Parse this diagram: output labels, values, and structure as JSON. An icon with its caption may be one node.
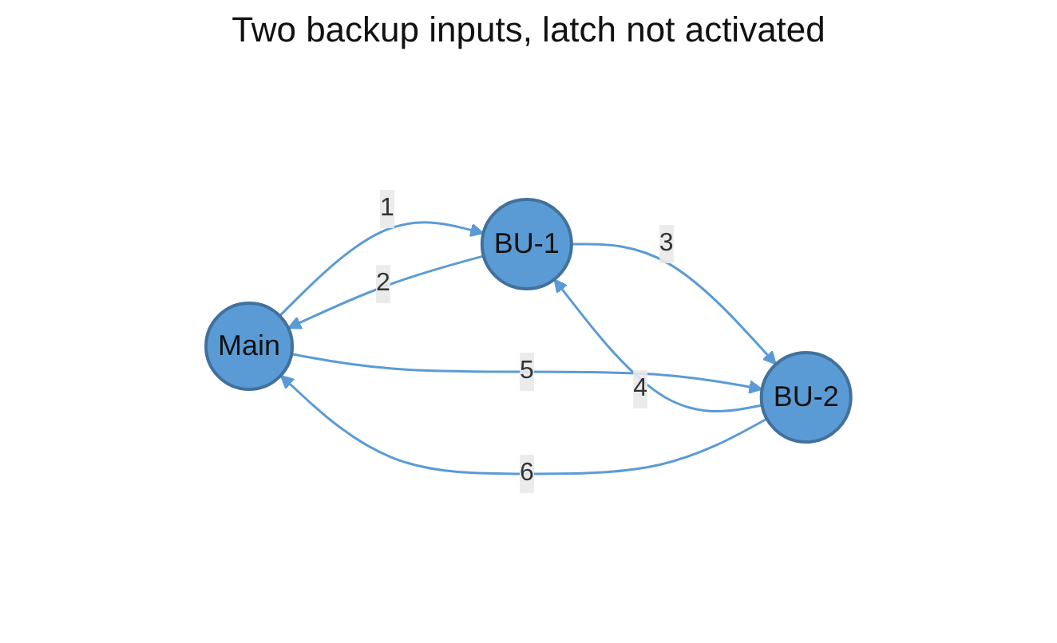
{
  "diagram": {
    "title": "Two backup inputs, latch not activated",
    "nodes": [
      {
        "text": [
          "Main"
        ]
      },
      {
        "text": [
          "BU-1"
        ]
      },
      {
        "text": [
          "BU-2"
        ]
      }
    ],
    "edges": [
      {
        "from": 0,
        "to": 1,
        "arrow": "to",
        "label": "1"
      },
      {
        "from": 1,
        "to": 0,
        "arrow": "to",
        "label": "2"
      },
      {
        "from": 1,
        "to": 2,
        "arrow": "to",
        "label": "3"
      },
      {
        "from": 2,
        "to": 1,
        "arrow": "to",
        "label": "4"
      },
      {
        "from": 0,
        "to": 2,
        "arrow": "to",
        "label": "5"
      },
      {
        "from": 2,
        "to": 0,
        "arrow": "to",
        "label": "6"
      }
    ]
  }
}
